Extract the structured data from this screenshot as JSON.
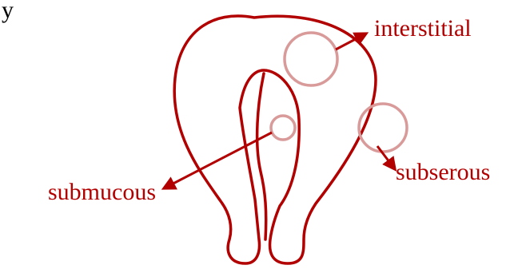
{
  "diagram": {
    "corner_fragment": "y",
    "labels": {
      "interstitial": "interstitial",
      "subserous": "subserous",
      "submucous": "submucous"
    },
    "colors": {
      "outline": "#b20000",
      "fibroid": "#d99a9a",
      "arrow": "#b20000",
      "label": "#b20000",
      "fragment": "#000000"
    }
  }
}
